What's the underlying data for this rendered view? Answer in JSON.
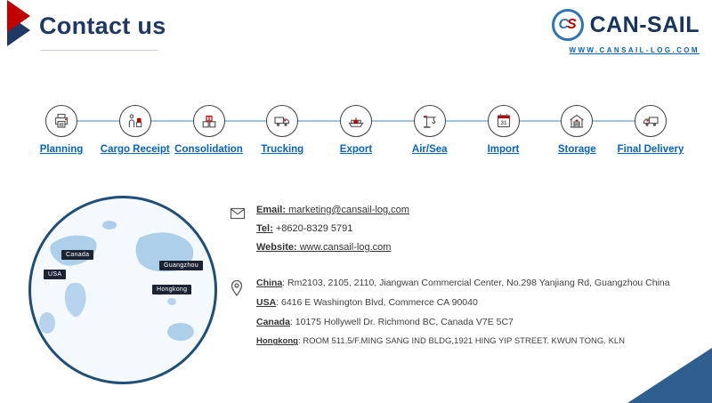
{
  "header": {
    "title": "Contact us",
    "logo": {
      "monogram_c": "C",
      "monogram_s": "S",
      "company_name": "CAN-SAIL",
      "website": "WWW.CANSAIL-LOG.COM"
    }
  },
  "timeline": {
    "steps": [
      {
        "label": "Planning",
        "icon": "planning-printer-icon"
      },
      {
        "label": "Cargo Receipt",
        "icon": "cargo-receipt-icon"
      },
      {
        "label": "Consolidation",
        "icon": "consolidation-boxes-icon"
      },
      {
        "label": "Trucking",
        "icon": "trucking-truck-icon"
      },
      {
        "label": "Export",
        "icon": "export-ship-icon"
      },
      {
        "label": "Air/Sea",
        "icon": "airsea-crane-icon"
      },
      {
        "label": "Import",
        "icon": "import-calendar-icon"
      },
      {
        "label": "Storage",
        "icon": "storage-warehouse-icon"
      },
      {
        "label": "Final Delivery",
        "icon": "final-delivery-truck-icon"
      }
    ],
    "calendar_day": "31"
  },
  "map": {
    "locations": [
      {
        "name": "Canada"
      },
      {
        "name": "USA"
      },
      {
        "name": "Guangzhou"
      },
      {
        "name": "Hongkong"
      }
    ]
  },
  "contact": {
    "email": {
      "label": "Email:",
      "value": "marketing@cansail-log.com"
    },
    "tel": {
      "label": "Tel:",
      "value": "+8620-8329 5791"
    },
    "website": {
      "label": "Website:",
      "value": "www.cansail-log.com"
    }
  },
  "addresses": [
    {
      "label": "China",
      "value": ": Rm2103, 2105, 2110, Jiangwan Commercial Center, No.298 Yanjiang Rd, Guangzhou China"
    },
    {
      "label": "USA",
      "value": ": 6416 E Washington Blvd, Commerce CA 90040"
    },
    {
      "label": "Canada",
      "value": ": 10175 Hollywell Dr. Richmond BC, Canada V7E 5C7"
    },
    {
      "label": "Hongkong",
      "value": ": ROOM 511.5/F.MING SANG IND BLDG,1921 HING YIP STREET. KWUN TONG. KLN"
    }
  ],
  "colors": {
    "navy": "#1F3864",
    "link_blue": "#0563C1",
    "accent_red": "#C00000",
    "timeline_line": "#9DC3E6",
    "map_border": "#1F4E79",
    "corner_triangle": "#2F5F8F"
  }
}
